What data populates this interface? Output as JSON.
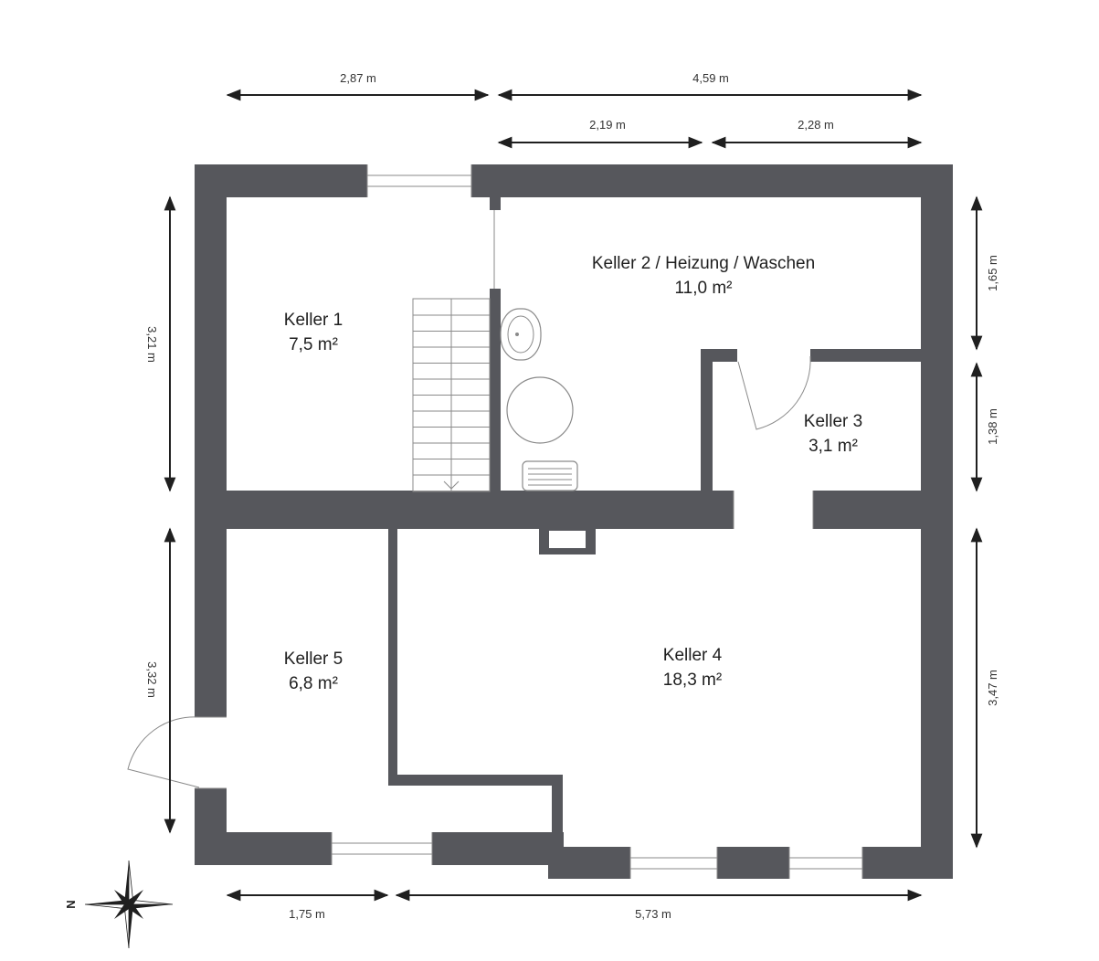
{
  "rooms": [
    {
      "name": "Keller 1",
      "area": "7,5 m²"
    },
    {
      "name": "Keller 2 / Heizung / Waschen",
      "area": "11,0 m²"
    },
    {
      "name": "Keller 3",
      "area": "3,1 m²"
    },
    {
      "name": "Keller 4",
      "area": "18,3 m²"
    },
    {
      "name": "Keller 5",
      "area": "6,8 m²"
    }
  ],
  "dimensions": {
    "top_left_width": "2,87 m",
    "top_right_width": "4,59 m",
    "top_sub_left": "2,19 m",
    "top_sub_right": "2,28 m",
    "left_upper_height": "3,21 m",
    "left_lower_height": "3,32 m",
    "right_upper_height": "1,65 m",
    "right_middle_height": "1,38 m",
    "right_lower_height": "3,47 m",
    "bottom_left_width": "1,75 m",
    "bottom_right_width": "5,73 m"
  },
  "compass": {
    "north_label": "N",
    "icon": "compass-rose-icon"
  },
  "colors": {
    "wall": "#56575c",
    "line": "#1f1f1f"
  }
}
